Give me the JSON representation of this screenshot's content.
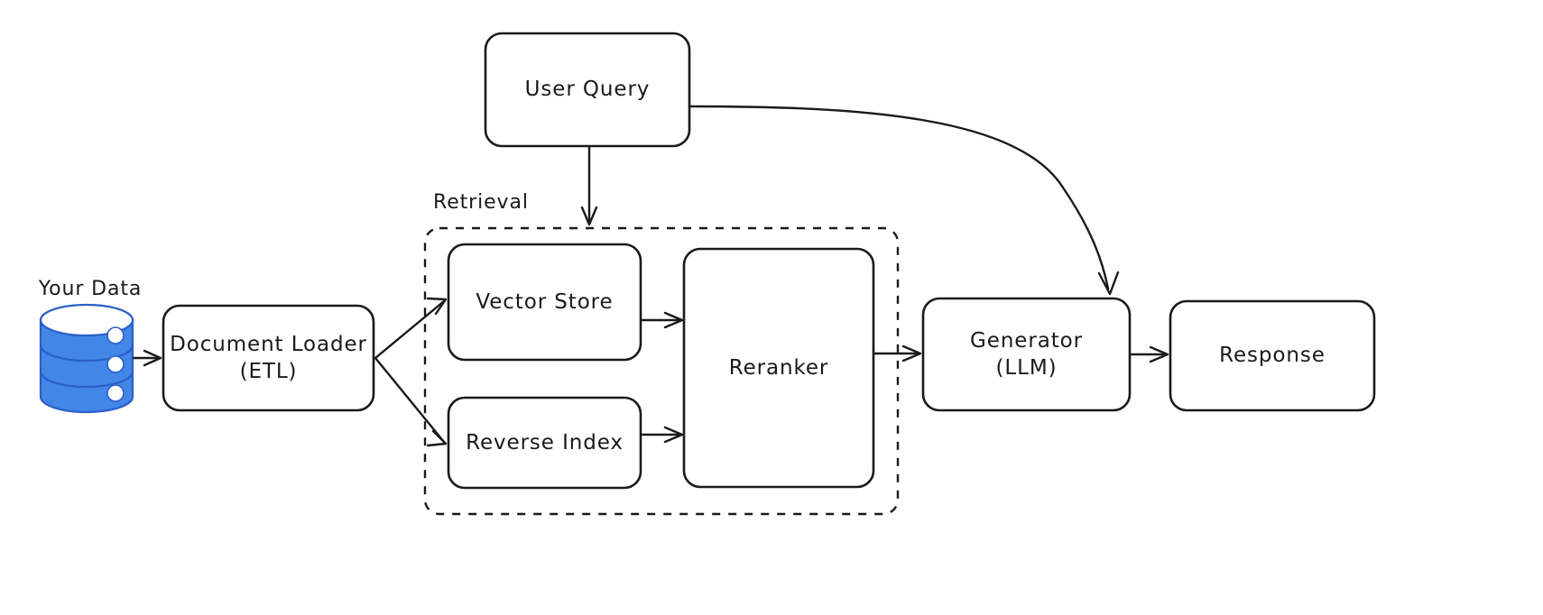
{
  "diagram": {
    "title": "RAG pipeline flow diagram",
    "background_color": "#ffffff",
    "stroke_color": "#1a1a1a",
    "accent_color": "#4286e8"
  },
  "nodes": {
    "your_data_label": "Your Data",
    "database_icon": "database-cylinder-icon",
    "document_loader": "Document Loader\n(ETL)",
    "user_query": "User Query",
    "vector_store": "Vector Store",
    "reverse_index": "Reverse Index",
    "reranker": "Reranker",
    "generator": "Generator\n(LLM)",
    "response": "Response"
  },
  "groups": {
    "retrieval_label": "Retrieval"
  },
  "edges": [
    {
      "from": "your_data",
      "to": "document_loader",
      "style": "solid-arrow"
    },
    {
      "from": "document_loader",
      "to": "vector_store",
      "style": "solid-arrow"
    },
    {
      "from": "document_loader",
      "to": "reverse_index",
      "style": "solid-arrow"
    },
    {
      "from": "user_query",
      "to": "retrieval",
      "style": "solid-arrow"
    },
    {
      "from": "user_query",
      "to": "generator",
      "style": "curved-arrow"
    },
    {
      "from": "vector_store",
      "to": "reranker",
      "style": "solid-arrow"
    },
    {
      "from": "reverse_index",
      "to": "reranker",
      "style": "solid-arrow"
    },
    {
      "from": "reranker",
      "to": "generator",
      "style": "solid-arrow"
    },
    {
      "from": "generator",
      "to": "response",
      "style": "solid-arrow"
    }
  ]
}
